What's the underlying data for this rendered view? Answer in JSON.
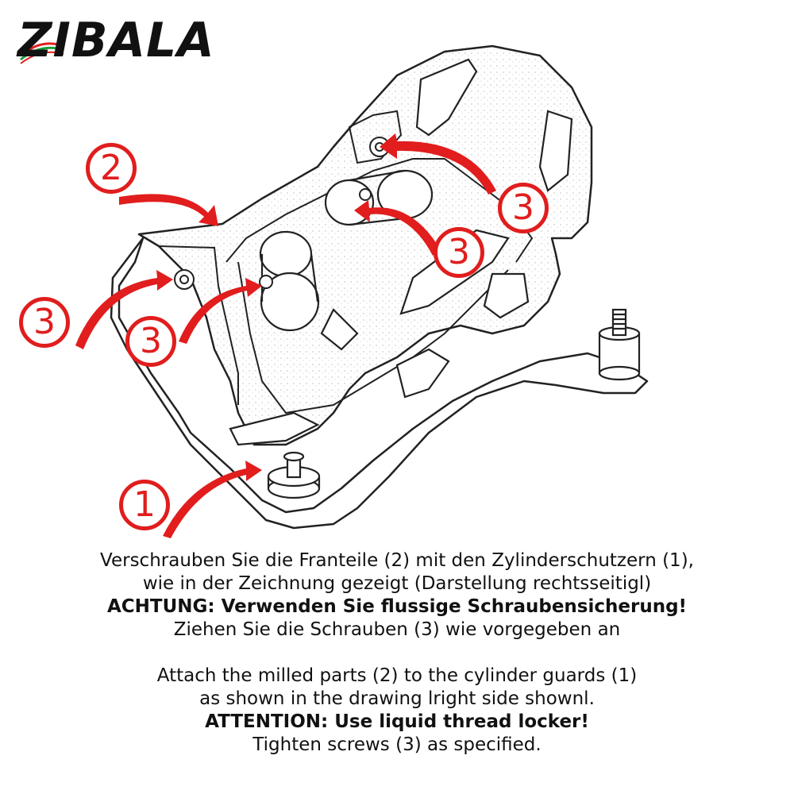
{
  "brand": {
    "logo_text": "ZIBALA",
    "colors": {
      "text": "#111111",
      "stripe_red": "#e11d1d",
      "stripe_green": "#1b9e3a"
    }
  },
  "callouts": [
    {
      "id": "c2-top-left",
      "label": "2"
    },
    {
      "id": "c3-top-right",
      "label": "3"
    },
    {
      "id": "c3-middle-right",
      "label": "3"
    },
    {
      "id": "c3-left",
      "label": "3"
    },
    {
      "id": "c3-center-left",
      "label": "3"
    },
    {
      "id": "c1-bottom-left",
      "label": "1"
    }
  ],
  "instructions": {
    "de": {
      "line1": "Verschrauben Sie die Franteile (2)  mit den Zylinderschutzern (1),",
      "line2": "wie  in der Zeichnung gezeigt  (Darstellung rechtsseitigl)",
      "warning": "ACHTUNG:  Verwenden Sie flussige  Schraubensicherung!",
      "line4": "Ziehen Sie die Schrauben (3) wie  vorgegeben an"
    },
    "en": {
      "line1": "Attach the milled parts (2) to the  cylinder guards (1)",
      "line2": "as shown in the  drawing lright side shownl.",
      "warning": "ATTENTION:  Use liquid thread  locker!",
      "line4": "Tighten screws (3) as specified."
    }
  },
  "accent_color": "#e11d1d"
}
